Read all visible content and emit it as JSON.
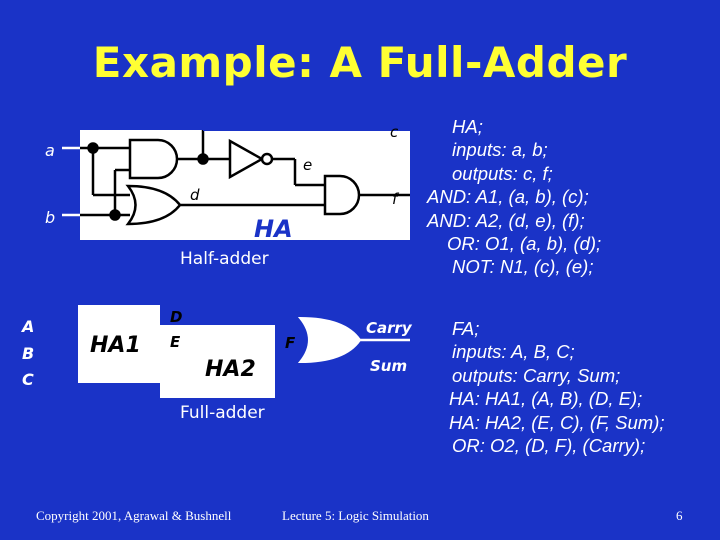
{
  "title": "Example: A Full-Adder",
  "ha_labels": {
    "a": "a",
    "b": "b",
    "c": "c",
    "d": "d",
    "e": "e",
    "f": "f",
    "block": "HA",
    "caption": "Half-adder"
  },
  "fa_labels": {
    "A": "A",
    "B": "B",
    "C": "C",
    "ha1": "HA1",
    "D": "D",
    "E": "E",
    "ha2": "HA2",
    "F": "F",
    "carry": "Carry",
    "sum": "Sum",
    "caption": "Full-adder"
  },
  "ha_description": [
    "HA;",
    "inputs: a, b;",
    "outputs: c, f;",
    "AND: A1, (a, b), (c);",
    "AND: A2, (d, e), (f);",
    "OR: O1, (a, b), (d);",
    "NOT: N1, (c), (e);"
  ],
  "fa_description": [
    "FA;",
    "inputs: A, B, C;",
    "outputs: Carry, Sum;",
    "HA: HA1, (A, B), (D, E);",
    "HA: HA2, (E, C), (F, Sum);",
    "OR: O2, (D, F), (Carry);"
  ],
  "footer": {
    "copyright": "Copyright 2001, Agrawal & Bushnell",
    "lecture": "Lecture 5: Logic Simulation",
    "page": "6"
  }
}
